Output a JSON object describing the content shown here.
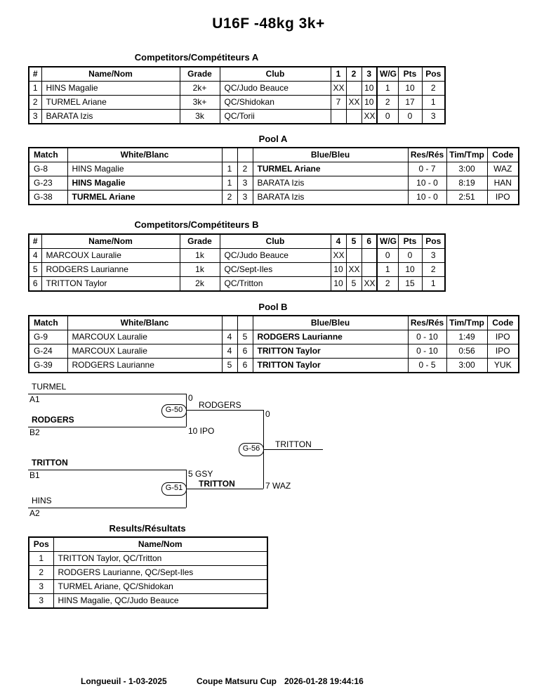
{
  "page": {
    "title": "U16F -48kg 3k+"
  },
  "competitors_a": {
    "heading": "Competitors/Compétiteurs A",
    "headers": {
      "num": "#",
      "name": "Name/Nom",
      "grade": "Grade",
      "club": "Club",
      "r1": "1",
      "r2": "2",
      "r3": "3",
      "wg": "W/G",
      "pts": "Pts",
      "pos": "Pos"
    },
    "rows": [
      {
        "num": "1",
        "name": "HINS Magalie",
        "grade": "2k+",
        "club": "QC/Judo Beauce",
        "r1": "XX",
        "r2": "",
        "r3": "10",
        "wg": "1",
        "pts": "10",
        "pos": "2"
      },
      {
        "num": "2",
        "name": "TURMEL Ariane",
        "grade": "3k+",
        "club": "QC/Shidokan",
        "r1": "7",
        "r2": "XX",
        "r3": "10",
        "wg": "2",
        "pts": "17",
        "pos": "1"
      },
      {
        "num": "3",
        "name": "BARATA Izis",
        "grade": "3k",
        "club": "QC/Torii",
        "r1": "",
        "r2": "",
        "r3": "XX",
        "wg": "0",
        "pts": "0",
        "pos": "3"
      }
    ]
  },
  "pool_a": {
    "heading": "Pool A",
    "headers": {
      "match": "Match",
      "white": "White/Blanc",
      "blue": "Blue/Bleu",
      "res": "Res/Rés",
      "time": "Tim/Tmp",
      "code": "Code"
    },
    "rows": [
      {
        "match": "G-8",
        "white": "HINS Magalie",
        "wnum": "1",
        "bnum": "2",
        "blue": "TURMEL Ariane",
        "winner": "blue",
        "res": "0 - 7",
        "time": "3:00",
        "code": "WAZ"
      },
      {
        "match": "G-23",
        "white": "HINS Magalie",
        "wnum": "1",
        "bnum": "3",
        "blue": "BARATA Izis",
        "winner": "white",
        "res": "10 - 0",
        "time": "8:19",
        "code": "HAN"
      },
      {
        "match": "G-38",
        "white": "TURMEL Ariane",
        "wnum": "2",
        "bnum": "3",
        "blue": "BARATA Izis",
        "winner": "white",
        "res": "10 - 0",
        "time": "2:51",
        "code": "IPO"
      }
    ]
  },
  "competitors_b": {
    "heading": "Competitors/Compétiteurs B",
    "headers": {
      "num": "#",
      "name": "Name/Nom",
      "grade": "Grade",
      "club": "Club",
      "r1": "4",
      "r2": "5",
      "r3": "6",
      "wg": "W/G",
      "pts": "Pts",
      "pos": "Pos"
    },
    "rows": [
      {
        "num": "4",
        "name": "MARCOUX Lauralie",
        "grade": "1k",
        "club": "QC/Judo Beauce",
        "r1": "XX",
        "r2": "",
        "r3": "",
        "wg": "0",
        "pts": "0",
        "pos": "3"
      },
      {
        "num": "5",
        "name": "RODGERS Laurianne",
        "grade": "1k",
        "club": "QC/Sept-Iles",
        "r1": "10",
        "r2": "XX",
        "r3": "",
        "wg": "1",
        "pts": "10",
        "pos": "2"
      },
      {
        "num": "6",
        "name": "TRITTON Taylor",
        "grade": "2k",
        "club": "QC/Tritton",
        "r1": "10",
        "r2": "5",
        "r3": "XX",
        "wg": "2",
        "pts": "15",
        "pos": "1"
      }
    ]
  },
  "pool_b": {
    "heading": "Pool B",
    "headers": {
      "match": "Match",
      "white": "White/Blanc",
      "blue": "Blue/Bleu",
      "res": "Res/Rés",
      "time": "Tim/Tmp",
      "code": "Code"
    },
    "rows": [
      {
        "match": "G-9",
        "white": "MARCOUX Lauralie",
        "wnum": "4",
        "bnum": "5",
        "blue": "RODGERS Laurianne",
        "winner": "blue",
        "res": "0 - 10",
        "time": "1:49",
        "code": "IPO"
      },
      {
        "match": "G-24",
        "white": "MARCOUX Lauralie",
        "wnum": "4",
        "bnum": "6",
        "blue": "TRITTON Taylor",
        "winner": "blue",
        "res": "0 - 10",
        "time": "0:56",
        "code": "IPO"
      },
      {
        "match": "G-39",
        "white": "RODGERS Laurianne",
        "wnum": "5",
        "bnum": "6",
        "blue": "TRITTON Taylor",
        "winner": "blue",
        "res": "0 - 5",
        "time": "3:00",
        "code": "YUK"
      }
    ]
  },
  "bracket": {
    "semi1": {
      "top_name": "TURMEL",
      "top_seed": "A1",
      "top_score": "0",
      "bottom_name": "RODGERS",
      "bottom_seed": "B2",
      "bottom_score": "10 IPO",
      "match": "G-50",
      "winner": "RODGERS"
    },
    "semi2": {
      "top_name": "TRITTON",
      "top_seed": "B1",
      "top_score": "5 GSY",
      "bottom_name": "HINS",
      "bottom_seed": "A2",
      "bottom_score": "",
      "match": "G-51",
      "winner": "TRITTON"
    },
    "final": {
      "match": "G-56",
      "top_score": "0",
      "bottom_score": "7 WAZ",
      "winner": "TRITTON"
    }
  },
  "results": {
    "heading": "Results/Résultats",
    "headers": {
      "pos": "Pos",
      "name": "Name/Nom"
    },
    "rows": [
      {
        "pos": "1",
        "name": "TRITTON Taylor, QC/Tritton"
      },
      {
        "pos": "2",
        "name": "RODGERS Laurianne, QC/Sept-Iles"
      },
      {
        "pos": "3",
        "name": "TURMEL Ariane, QC/Shidokan"
      },
      {
        "pos": "3",
        "name": "HINS Magalie, QC/Judo Beauce"
      }
    ]
  },
  "footer": {
    "location_date": "Longueuil - 1-03-2025",
    "event": "Coupe Matsuru Cup",
    "printed": "2026-01-28 19:44:16"
  }
}
